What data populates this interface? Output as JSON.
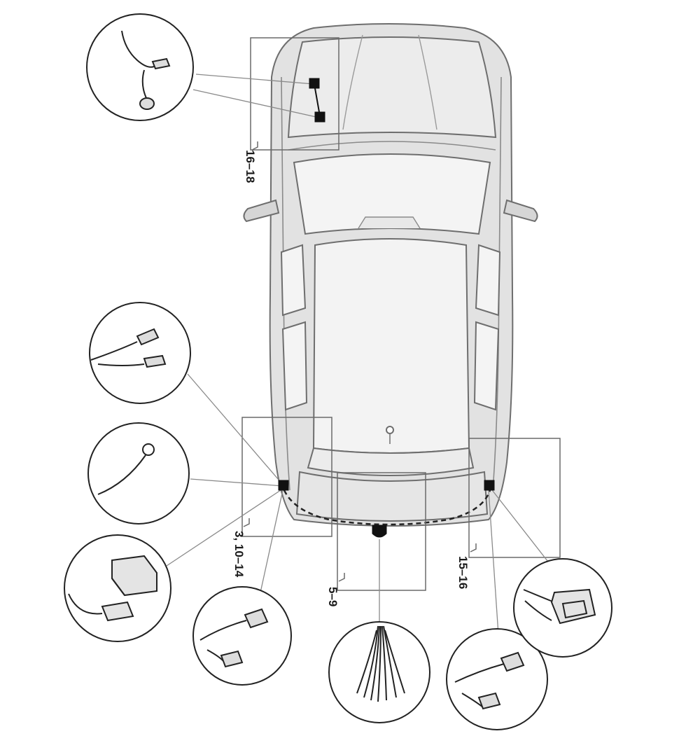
{
  "diagram": {
    "callout_labels": [
      {
        "id": "front-left",
        "text": "16–18"
      },
      {
        "id": "rear-left",
        "text": "3, 10–14"
      },
      {
        "id": "rear-center",
        "text": "5–9"
      },
      {
        "id": "rear-right",
        "text": "15–16"
      }
    ],
    "detail_views": [
      {
        "id": "front-connector",
        "icon": "wire-with-connector-icon"
      },
      {
        "id": "spade-terminals",
        "icon": "spade-terminals-icon"
      },
      {
        "id": "ring-terminal",
        "icon": "ring-terminal-icon"
      },
      {
        "id": "control-module",
        "icon": "electronic-module-icon"
      },
      {
        "id": "left-plug",
        "icon": "multi-pin-plug-icon"
      },
      {
        "id": "wire-bundle",
        "icon": "loose-wire-bundle-icon"
      },
      {
        "id": "right-plug",
        "icon": "multi-pin-plug-icon"
      },
      {
        "id": "socket-housing",
        "icon": "socket-housing-icon"
      }
    ],
    "colors": {
      "car_body": "#e2e2e2",
      "car_outline": "#6e6e6e",
      "glass": "#f4f4f4",
      "leader_lines": "#8a8a8a",
      "connectors": "#111111"
    }
  }
}
